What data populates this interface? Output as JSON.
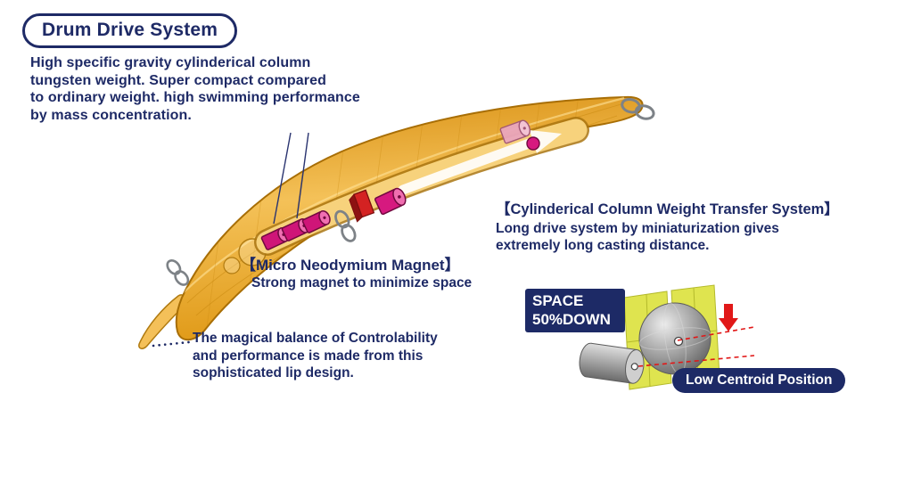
{
  "title": "Drum Drive System",
  "intro": "High specific gravity cylinderical column\ntungsten weight.  Super compact compared\nto ordinary weight.  high swimming performance\nby mass concentration.",
  "magnet_label": {
    "heading": "【Micro Neodymium Magnet】",
    "body": "Strong magnet to minimize space"
  },
  "transfer_label": {
    "heading": "【Cylinderical Column Weight Transfer System】",
    "body": "Long drive system by miniaturization gives\nextremely long casting distance."
  },
  "lip_note": "The magical  balance of Controlability\nand performance is made from this\nsophisticated lip design.",
  "space_badge": "SPACE\n50%DOWN",
  "centroid_badge": "Low Centroid Position",
  "colors": {
    "navy_text": "#1e2a66",
    "badge_navy": "#1d2a66",
    "lure_orange": "#eda31f",
    "weight_magenta": "#d6197f",
    "magnet_red": "#d42222",
    "panel_yellow": "#dfe44f",
    "steel_gray": "#9a9a9a",
    "arrow_red": "#e11818"
  }
}
